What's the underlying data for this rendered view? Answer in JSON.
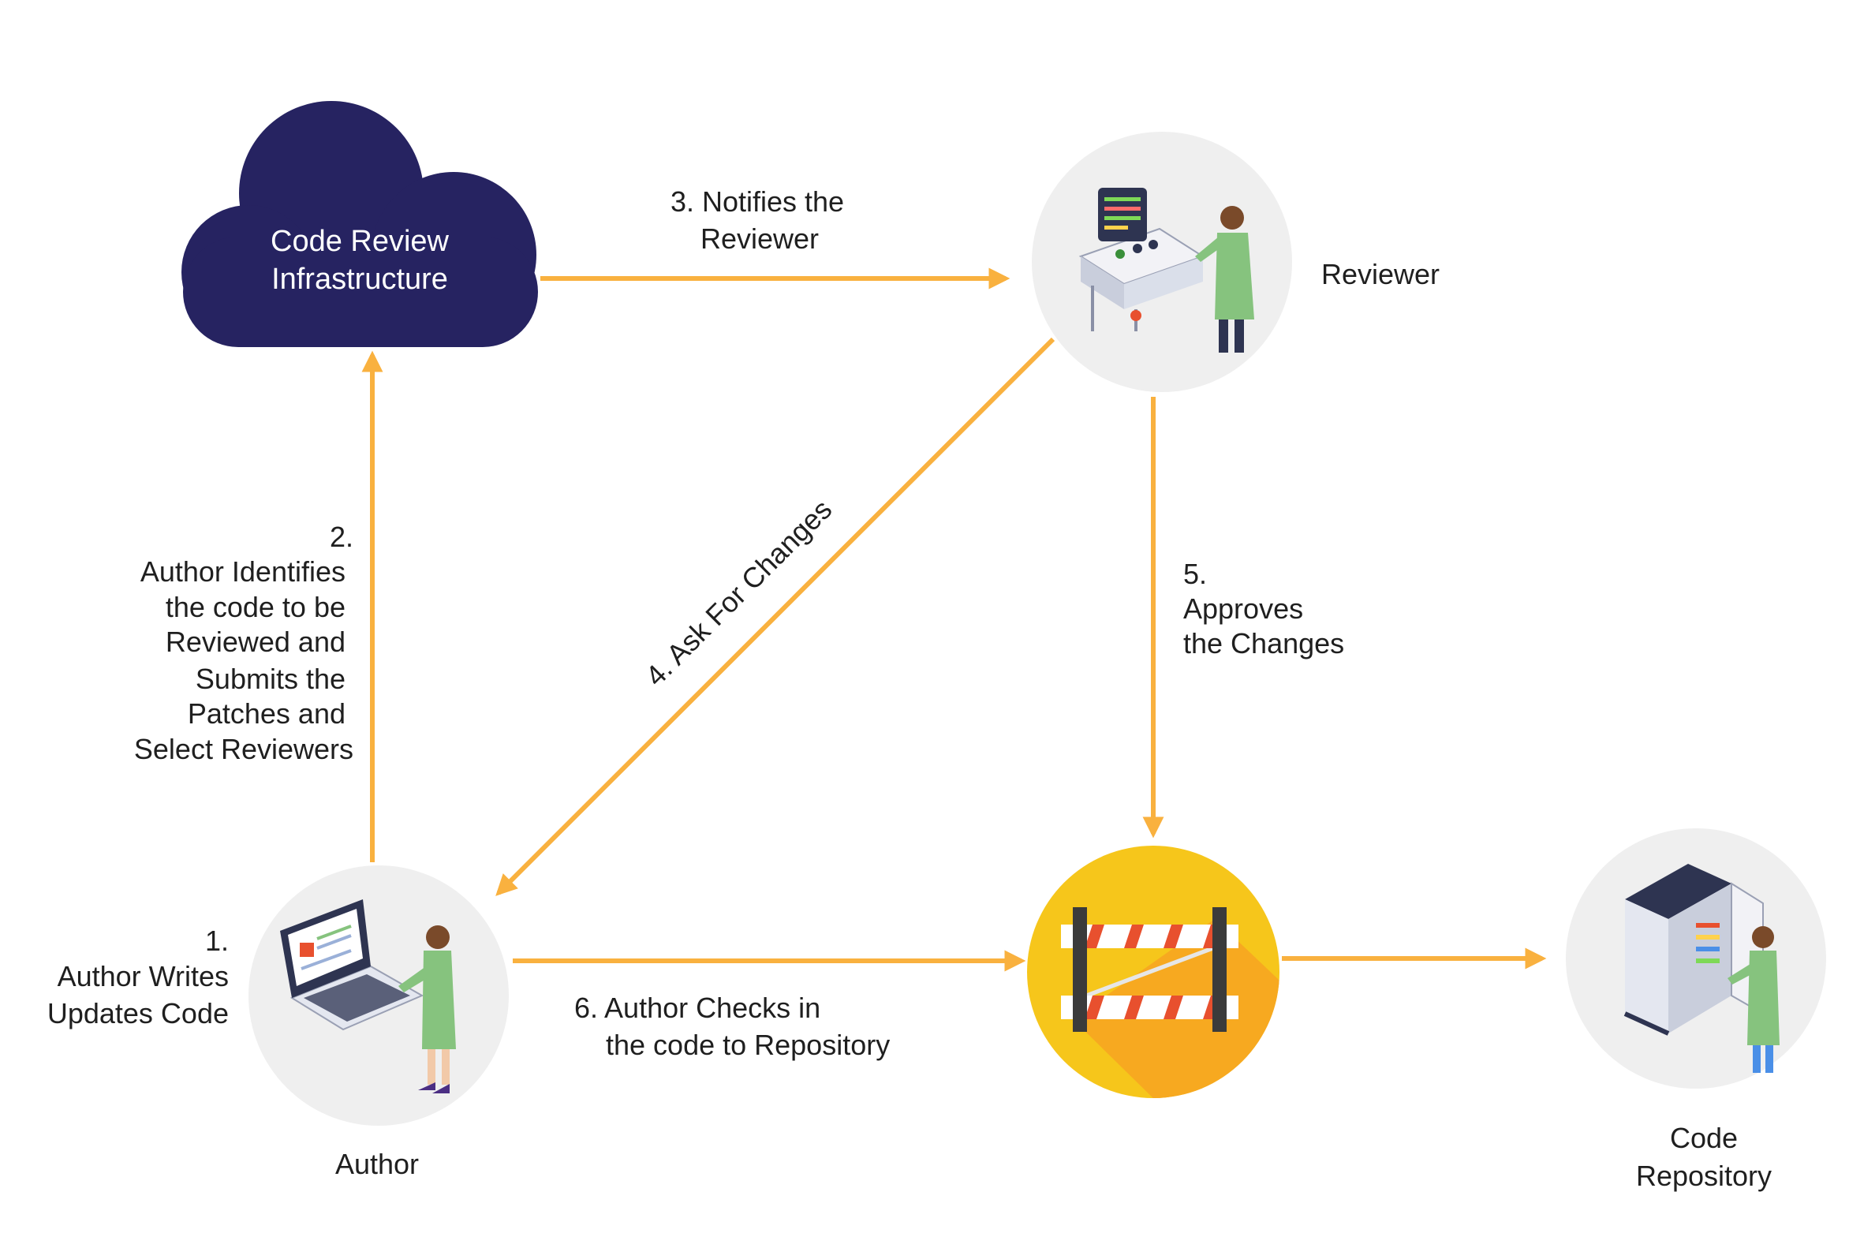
{
  "colors": {
    "arrow": "#F9B13F",
    "cloud": "#262361",
    "node_bg": "#EFEFEF",
    "barrier_bg": "#F6C61B",
    "barrier_shadow": "#F7A920",
    "person_coat": "#86C37E",
    "stripe_red": "#E8502E",
    "text": "#1f1f1f"
  },
  "nodes": {
    "cloud": {
      "line1": "Code Review",
      "line2": "Infrastructure",
      "icon": "cloud-icon"
    },
    "reviewer": {
      "label": "Reviewer",
      "icon": "reviewer-at-control-panel-icon"
    },
    "author": {
      "label": "Author",
      "icon": "author-with-laptop-icon"
    },
    "gate": {
      "icon": "road-barrier-icon"
    },
    "repository": {
      "line1": "Code",
      "line2": "Repository",
      "icon": "server-cabinet-icon"
    }
  },
  "steps": {
    "s1": {
      "n": "1.",
      "l1": "Author Writes",
      "l2": "Updates Code"
    },
    "s2": {
      "n": "2.",
      "l1": "Author Identifies",
      "l2": "the code to be",
      "l3": "Reviewed and",
      "l4": "Submits the",
      "l5": "Patches and",
      "l6": "Select Reviewers"
    },
    "s3": {
      "l1": "3. Notifies the",
      "l2": "Reviewer"
    },
    "s4": {
      "l1": "4. Ask For Changes"
    },
    "s5": {
      "n": "5.",
      "l1": "Approves",
      "l2": "the Changes"
    },
    "s6": {
      "l1": "6. Author Checks in",
      "l2": "the code to Repository"
    }
  }
}
